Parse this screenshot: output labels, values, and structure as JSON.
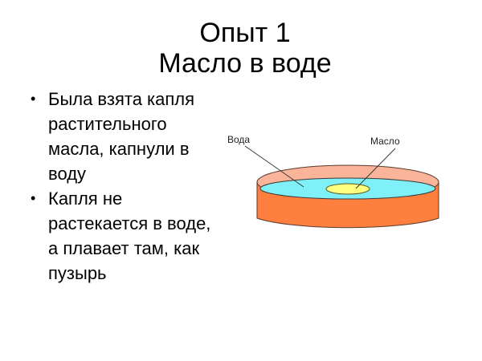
{
  "slide": {
    "title_lines": [
      "Опыт 1",
      "Масло в воде"
    ],
    "bullets": [
      {
        "marker": "•",
        "lines": [
          "Была взята капля",
          "растительного",
          "масла, капнули в",
          "воду"
        ]
      },
      {
        "marker": "•",
        "lines": [
          "Капля не",
          "растекается в воде,",
          "а плавает там, как",
          "пузырь"
        ]
      }
    ]
  },
  "figure": {
    "labels": {
      "water": "Вода",
      "oil": "Масло"
    },
    "colors": {
      "dish_side": "#FF7F3F",
      "dish_rim": "#F9B49A",
      "water": "#7FF0F7",
      "oil": "#FFFF80",
      "outline": "#5a3a2a"
    }
  }
}
